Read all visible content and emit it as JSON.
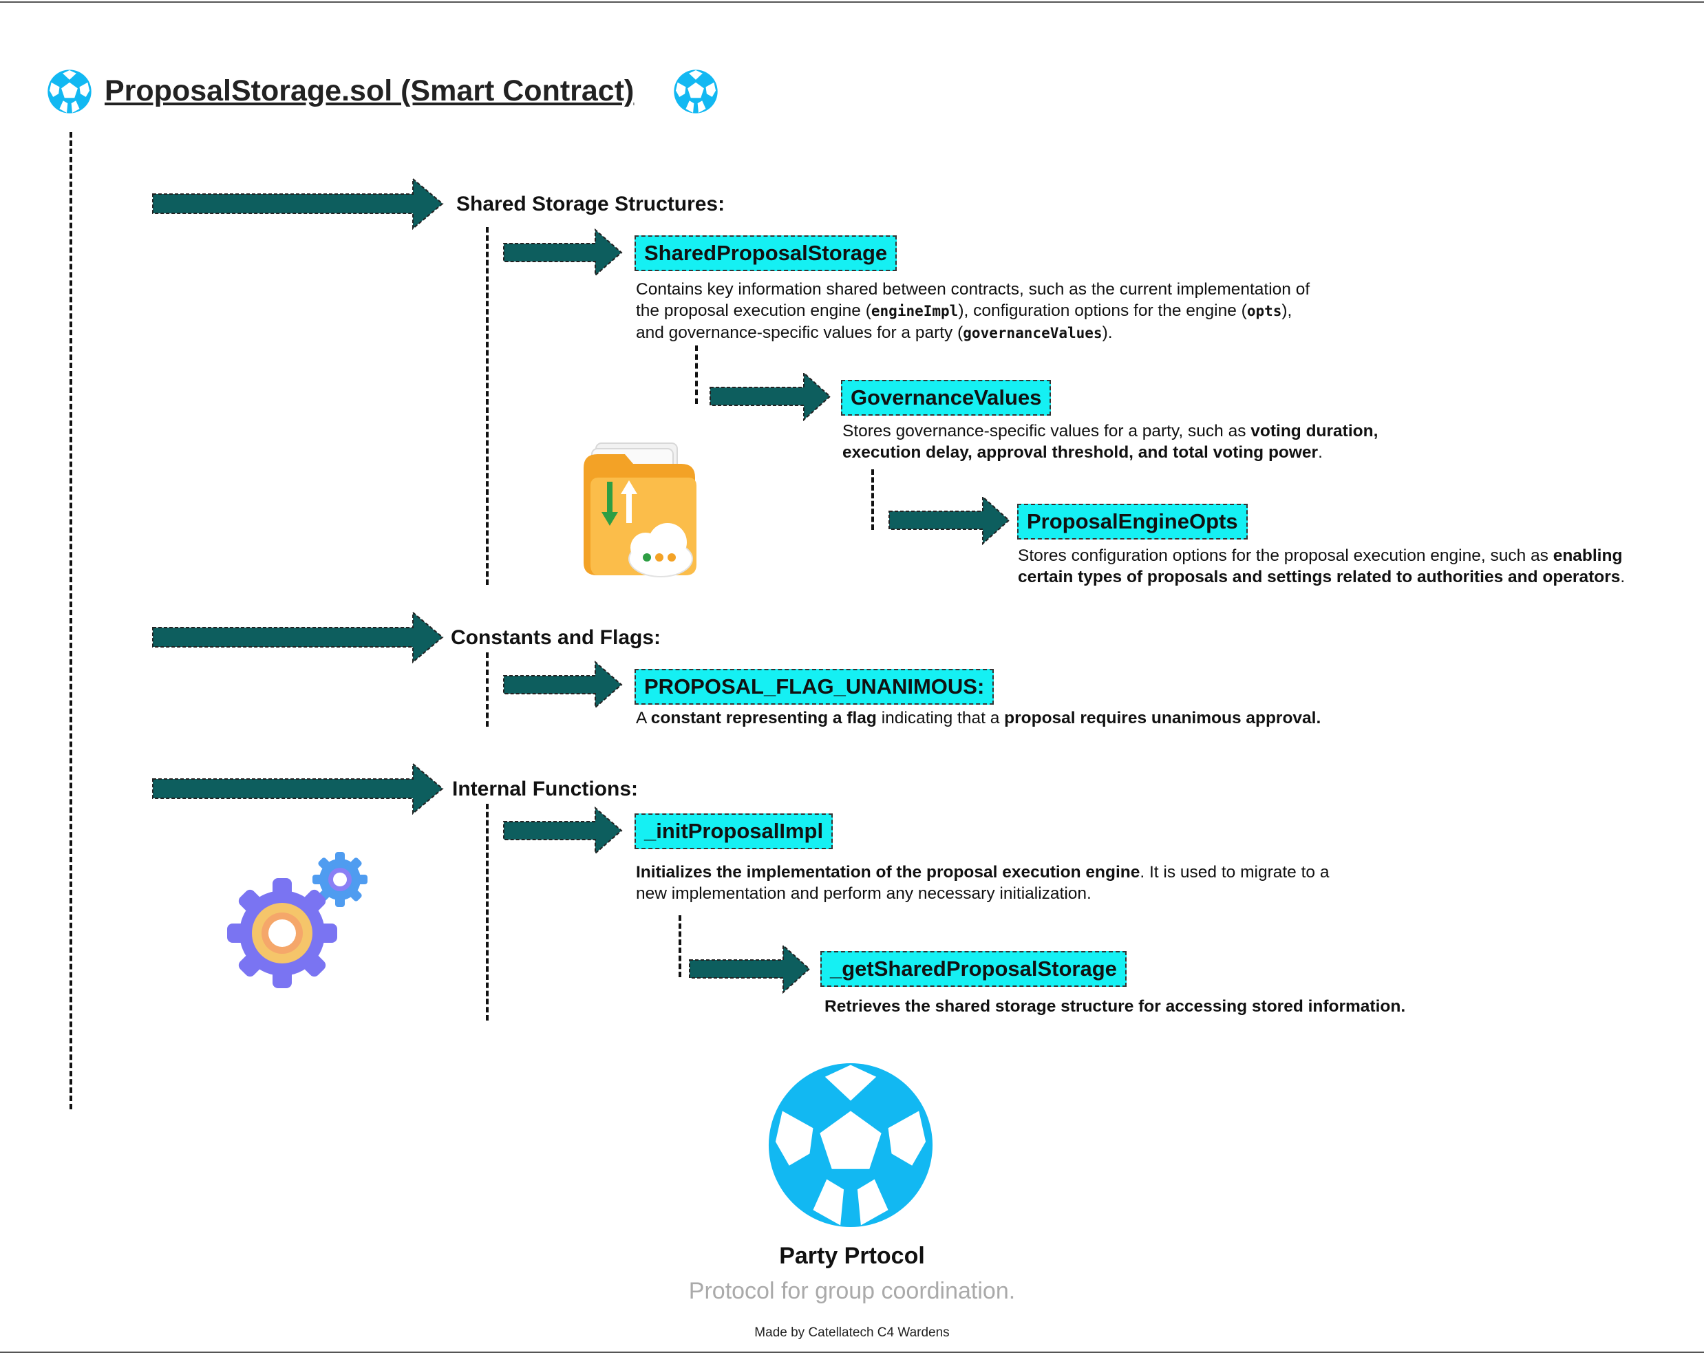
{
  "title": "ProposalStorage.sol (Smart Contract)",
  "icons": {
    "title_left": "soccer-ball-logo-icon",
    "title_right": "soccer-ball-logo-icon",
    "folder": "folder-cloud-icon",
    "gears": "gears-icon",
    "footer_logo": "soccer-ball-logo-icon"
  },
  "colors": {
    "accent_cyan": "#15f0f3",
    "arrow_teal": "#0d5e5e",
    "logo_blue": "#12b8f2"
  },
  "sections": {
    "shared": {
      "heading": "Shared Storage Structures:",
      "shared_proposal_storage": {
        "name": "SharedProposalStorage",
        "desc_1": "Contains key information shared between contracts, such as the current implementation of",
        "desc_2a": "the proposal execution engine (",
        "code_1": "engineImpl",
        "desc_2b": "), configuration options for the engine (",
        "code_2": "opts",
        "desc_2c": "),",
        "desc_3a": "and governance-specific values for a party (",
        "code_3": "governanceValues",
        "desc_3b": ")."
      },
      "governance_values": {
        "name": "GovernanceValues",
        "desc_1a": "Stores governance-specific values for a party, such as ",
        "desc_1b": "voting duration,",
        "desc_2a": "execution delay, approval threshold, and total voting power",
        "desc_2b": "."
      },
      "proposal_engine_opts": {
        "name": "ProposalEngineOpts",
        "desc_1a": "Stores configuration options for the proposal execution engine, such as ",
        "desc_1b": "enabling",
        "desc_2a": "certain types of proposals and settings related to authorities and operators",
        "desc_2b": "."
      }
    },
    "constants": {
      "heading": "Constants and Flags:",
      "flag": {
        "name": "PROPOSAL_FLAG_UNANIMOUS:",
        "d1": "A ",
        "d2": "constant representing a flag",
        "d3": " indicating that a ",
        "d4": "proposal requires unanimous approval."
      }
    },
    "functions": {
      "heading": "Internal Functions:",
      "init": {
        "name": "_initProposalImpl",
        "desc_1a": "Initializes the implementation of the proposal execution engine",
        "desc_1b": ". It is used to migrate to a",
        "desc_2": "new implementation and perform any necessary initialization."
      },
      "get_storage": {
        "name": "_getSharedProposalStorage",
        "desc": "Retrieves the shared storage structure for accessing stored information."
      }
    }
  },
  "footer": {
    "name": "Party Prtocol",
    "tagline": "Protocol for group coordination.",
    "made_by": "Made by Catellatech C4 Wardens"
  }
}
